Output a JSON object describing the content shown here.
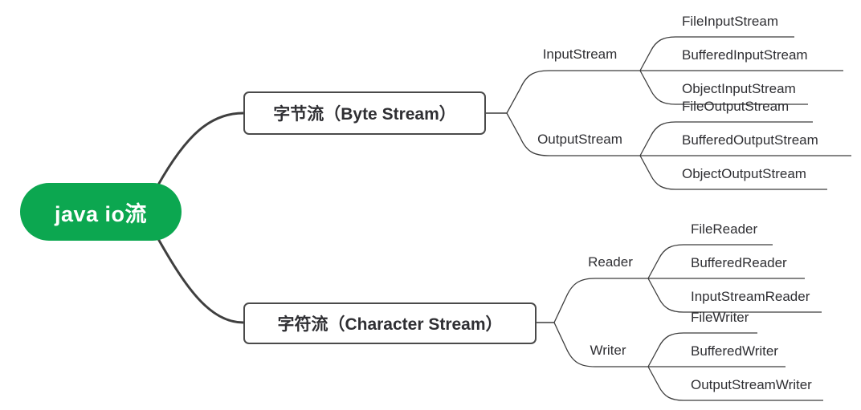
{
  "diagram": {
    "type": "mindmap",
    "title": "java io流",
    "orientation": "left-to-right",
    "colors": {
      "root_fill": "#0CA750",
      "root_text": "#FFFFFF",
      "node_border": "#4A4A4A",
      "node_text": "#2F2F33",
      "branch_stroke": "#3C3C3C",
      "trunk_stroke": "#3F3F3F",
      "background": "#FFFFFF"
    },
    "root": {
      "label": "java io流"
    },
    "branches": [
      {
        "label": "字节流（Byte Stream）",
        "children": [
          {
            "label": "InputStream",
            "children": [
              {
                "label": "FileInputStream"
              },
              {
                "label": "BufferedInputStream"
              },
              {
                "label": "ObjectInputStream"
              }
            ]
          },
          {
            "label": "OutputStream",
            "children": [
              {
                "label": "FileOutputStream"
              },
              {
                "label": "BufferedOutputStream"
              },
              {
                "label": "ObjectOutputStream"
              }
            ]
          }
        ]
      },
      {
        "label": "字符流（Character Stream）",
        "children": [
          {
            "label": "Reader",
            "children": [
              {
                "label": "FileReader"
              },
              {
                "label": "BufferedReader"
              },
              {
                "label": "InputStreamReader"
              }
            ]
          },
          {
            "label": "Writer",
            "children": [
              {
                "label": "FileWriter"
              },
              {
                "label": "BufferedWriter"
              },
              {
                "label": "OutputStreamWriter"
              }
            ]
          }
        ]
      }
    ]
  }
}
